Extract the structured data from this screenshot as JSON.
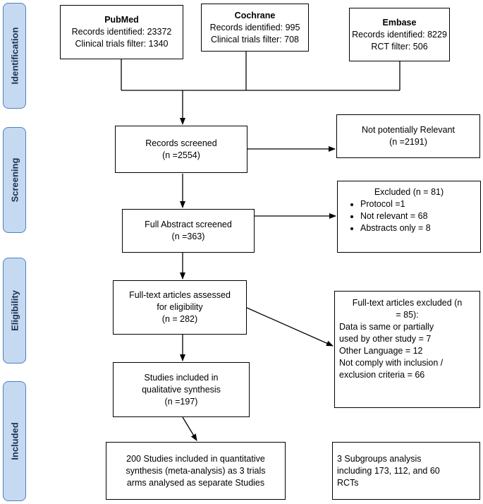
{
  "phases": {
    "identification": "Identification",
    "screening": "Screening",
    "eligibility": "Eligibility",
    "included": "Included"
  },
  "sources": {
    "pubmed": {
      "title": "PubMed",
      "line1": "Records identified: 23372",
      "line2": "Clinical trials filter: 1340"
    },
    "cochrane": {
      "title": "Cochrane",
      "line1": "Records identified: 995",
      "line2": "Clinical trials filter: 708"
    },
    "embase": {
      "title": "Embase",
      "line1": "Records identified: 8229",
      "line2": "RCT filter: 506"
    }
  },
  "records_screened": {
    "line1": "Records screened",
    "line2": "(n =2554)"
  },
  "not_relevant": {
    "line1": "Not potentially Relevant",
    "line2": "(n =2191)"
  },
  "abstract_screened": {
    "line1": "Full Abstract screened",
    "line2": "(n =363)"
  },
  "excluded": {
    "title": "Excluded (n = 81)",
    "items": [
      "Protocol =1",
      "Not relevant = 68",
      "Abstracts only = 8"
    ]
  },
  "fulltext": {
    "line1": "Full-text articles assessed",
    "line2": "for eligibility",
    "line3": "(n = 282)"
  },
  "fulltext_excluded": {
    "line1": "Full-text articles excluded (n",
    "line2": "= 85):",
    "line3": "Data is same or partially",
    "line4": "used by other study = 7",
    "line5": "Other Language = 12",
    "line6": "Not comply with inclusion /",
    "line7": "exclusion criteria = 66"
  },
  "qualitative": {
    "line1": "Studies included in",
    "line2": "qualitative synthesis",
    "line3": "(n =197)"
  },
  "quantitative": {
    "line1": "200 Studies included in quantitative",
    "line2": "synthesis (meta-analysis) as 3 trials",
    "line3": "arms analysed as separate Studies"
  },
  "subgroups": {
    "line1": "3 Subgroups analysis",
    "line2": "including 173, 112, and 60",
    "line3": "RCTs"
  }
}
